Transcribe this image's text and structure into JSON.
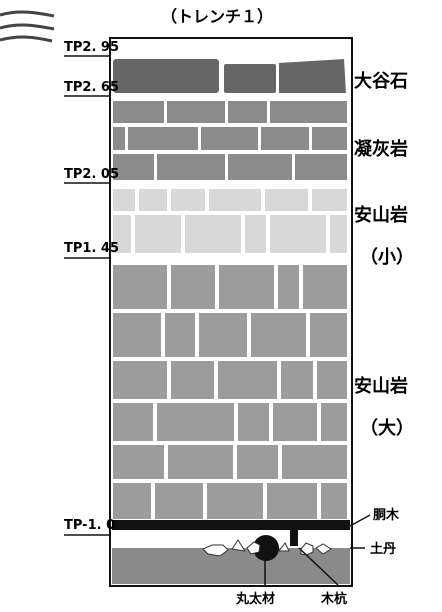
{
  "title": "（トレンチ１）",
  "elevations": [
    "TP2. 95",
    "TP2. 65",
    "TP2. 05",
    "TP1. 45",
    "TP-1. 0"
  ],
  "layers": {
    "oya": "大谷石",
    "gyokaigan": "凝灰岩",
    "anzan_small_1": "安山岩",
    "anzan_small_2": "（小）",
    "anzan_large_1": "安山岩",
    "anzan_large_2": "（大）"
  },
  "bottom_labels": {
    "dougi": "胴木",
    "dotan": "土丹",
    "marutazai": "丸太材",
    "kukui": "木杭"
  },
  "colors": {
    "oya_fill": "#666666",
    "gyokaigan_fill": "#8b8b8b",
    "anzan_small_fill": "#d8d8d8",
    "anzan_large_fill": "#9c9c9c",
    "dotan_fill": "#8a8a8a",
    "dougi_fill": "#111111",
    "line": "#111111"
  }
}
